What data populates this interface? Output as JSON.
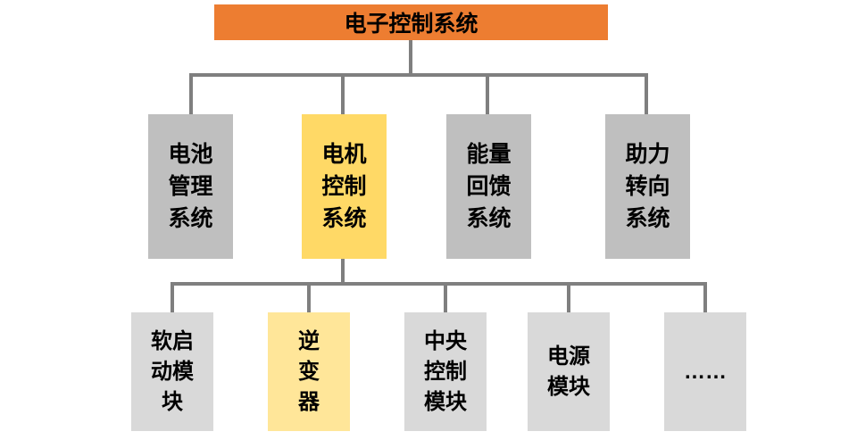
{
  "colors": {
    "background": "#FFFFFF",
    "root_bg": "#ED7D31",
    "level2_bg": "#BFBFBF",
    "level2_highlight": "#FFD966",
    "level3_bg": "#D9D9D9",
    "level3_highlight": "#FFE699",
    "connector": "#7F7F7F",
    "text": "#000000"
  },
  "nodes": {
    "root": {
      "label": "电子控制系统"
    },
    "level2": [
      {
        "label": "电池\n管理\n系统",
        "highlighted": false
      },
      {
        "label": "电机\n控制\n系统",
        "highlighted": true
      },
      {
        "label": "能量\n回馈\n系统",
        "highlighted": false
      },
      {
        "label": "助力\n转向\n系统",
        "highlighted": false
      }
    ],
    "level3": [
      {
        "label": "软启\n动模\n块",
        "highlighted": false
      },
      {
        "label": "逆\n变\n器",
        "highlighted": true
      },
      {
        "label": "中央\n控制\n模块",
        "highlighted": false
      },
      {
        "label": "电源\n模块",
        "highlighted": false
      },
      {
        "label": "……",
        "highlighted": false
      }
    ]
  }
}
